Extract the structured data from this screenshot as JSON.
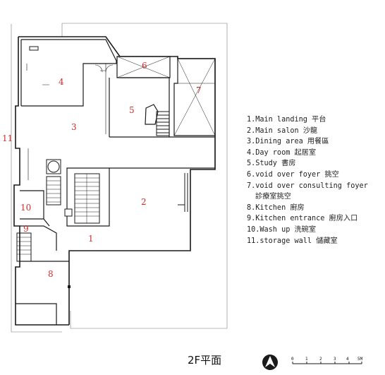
{
  "rooms": [
    {
      "num": "1"
    },
    {
      "num": "2"
    },
    {
      "num": "3"
    },
    {
      "num": "4"
    },
    {
      "num": "5"
    },
    {
      "num": "6"
    },
    {
      "num": "7"
    },
    {
      "num": "8"
    },
    {
      "num": "9"
    },
    {
      "num": "10"
    },
    {
      "num": "11"
    }
  ],
  "legend": [
    {
      "text": "1.Main landing 平台"
    },
    {
      "text": "2.Main salon 沙龍"
    },
    {
      "text": "3.Dining area 用餐區"
    },
    {
      "text": "4.Day room 起居室"
    },
    {
      "text": "5.Study 書房"
    },
    {
      "text": "6.void over foyer 挑空"
    },
    {
      "text": "7.void over consulting foyer"
    },
    {
      "text": "診療室挑空"
    },
    {
      "text": "8.Kitchen 廚房"
    },
    {
      "text": "9.Kitchen entrance 廚房入口"
    },
    {
      "text": "10.Wash up 洗碗室"
    },
    {
      "text": "11.storage wall 儲藏室"
    }
  ],
  "title": "2F平面",
  "scale": {
    "ticks": [
      "0",
      "1",
      "2",
      "3",
      "4",
      "5M"
    ]
  },
  "colors": {
    "line": "#1a1a1a",
    "room_number": "#d42a2a",
    "background": "#ffffff"
  },
  "icons": {
    "north": "north-arrow-icon"
  }
}
